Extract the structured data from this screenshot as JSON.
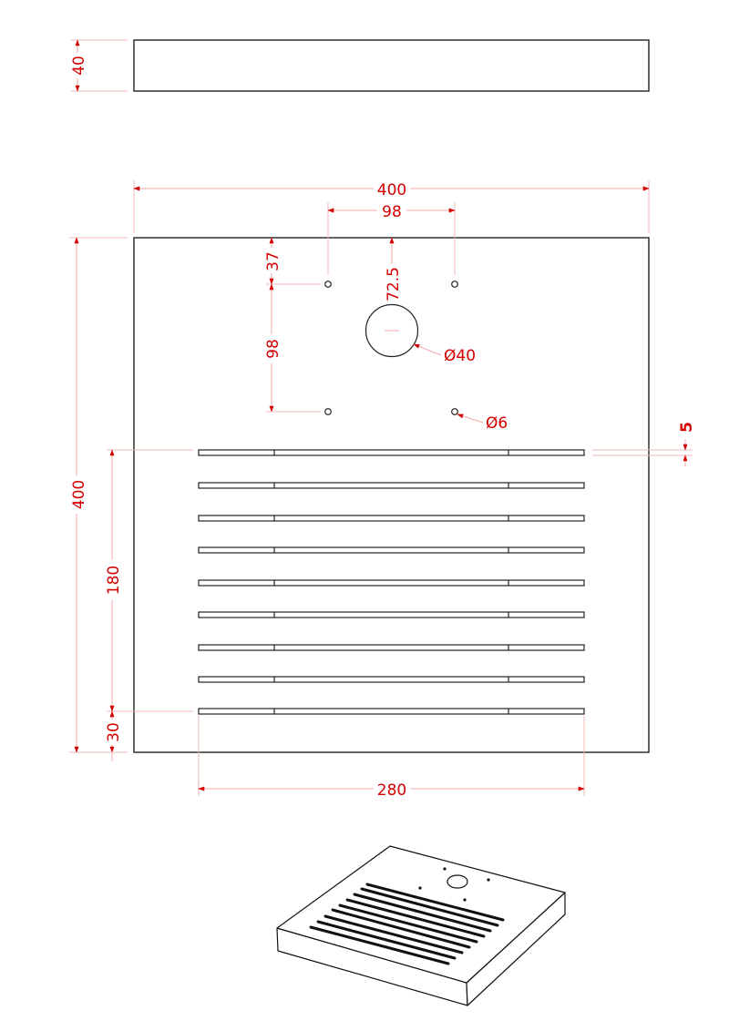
{
  "drawing": {
    "colors": {
      "outline": "#222222",
      "dimension": "#d40000",
      "extension_line": "#f0b8b8"
    },
    "side_view": {
      "thickness_label": "40"
    },
    "top_view": {
      "overall_width_label": "400",
      "overall_height_label": "400",
      "hole_spacing_x_label": "98",
      "hole_spacing_y_label": "98",
      "hole_offset_top_label": "37",
      "center_hole_offset_label": "72.5",
      "center_hole_diameter_label": "Ø40",
      "small_hole_diameter_label": "Ø6",
      "slot_width_label": "5",
      "slot_field_height_label": "180",
      "bottom_margin_label": "30",
      "slot_length_label": "280",
      "slot_count": 9,
      "small_hole_count": 4
    },
    "isometric_view": {
      "slot_count": 11,
      "small_hole_count": 4
    }
  }
}
